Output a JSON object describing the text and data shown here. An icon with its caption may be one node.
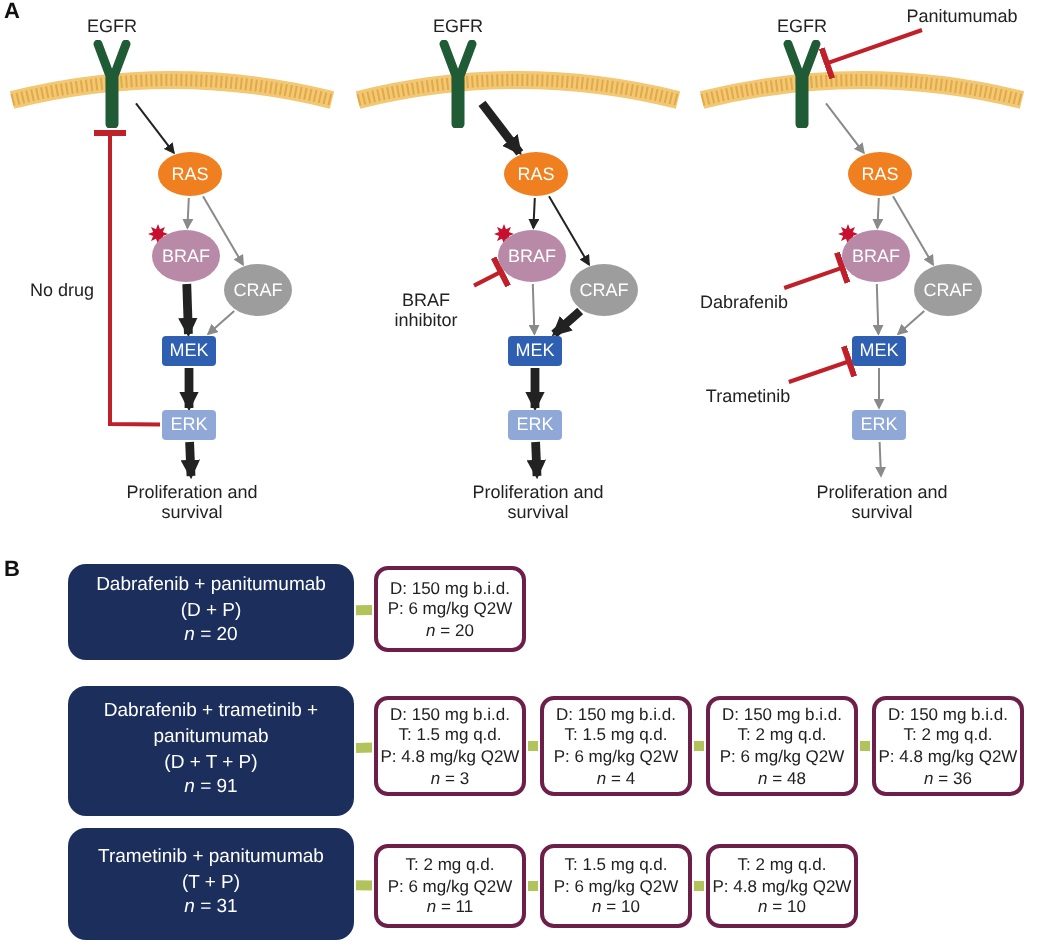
{
  "diagram": {
    "nodes": [
      {
        "text": [
          "EGFR"
        ]
      },
      {
        "text": [
          "RAS"
        ]
      },
      {
        "text": [
          "BRAF"
        ]
      },
      {
        "text": [
          "CRAF"
        ]
      },
      {
        "text": [
          "MEK"
        ]
      },
      {
        "text": [
          "ERK"
        ]
      },
      {
        "text": [
          "Proliferation and survival"
        ]
      },
      {
        "text": [
          "EGFR"
        ]
      },
      {
        "text": [
          "RAS"
        ]
      },
      {
        "text": [
          "BRAF inhibitor"
        ]
      },
      {
        "text": [
          "BRAF"
        ]
      },
      {
        "text": [
          "CRAF"
        ]
      },
      {
        "text": [
          "MEK"
        ]
      },
      {
        "text": [
          "ERK"
        ]
      },
      {
        "text": [
          "Proliferation and survival"
        ]
      },
      {
        "text": [
          "EGFR"
        ]
      },
      {
        "text": [
          "Panitumumab"
        ]
      },
      {
        "text": [
          "RAS"
        ]
      },
      {
        "text": [
          "Dabrafenib"
        ]
      },
      {
        "text": [
          "BRAF"
        ]
      },
      {
        "text": [
          "CRAF"
        ]
      },
      {
        "text": [
          "Trametinib"
        ]
      },
      {
        "text": [
          "MEK"
        ]
      },
      {
        "text": [
          "ERK"
        ]
      },
      {
        "text": [
          "Proliferation and survival"
        ]
      },
      {
        "text": [
          "Dabrafenib + panitumumab",
          "(D + P)",
          "*n* = 20"
        ]
      },
      {
        "text": [
          "D: 150 mg b.i.d.",
          "P: 6 mg/kg Q2W",
          "*n* = 20"
        ]
      },
      {
        "text": [
          "Dabrafenib + trametinib + panitumumab",
          "(D + T + P)",
          "*n* = 91"
        ]
      },
      {
        "text": [
          "D: 150 mg b.i.d.",
          "T: 1.5 mg q.d.",
          "P: 4.8 mg/kg Q2W",
          "*n* = 3"
        ]
      },
      {
        "text": [
          "D: 150 mg b.i.d.",
          "T: 1.5 mg q.d.",
          "P: 6 mg/kg Q2W",
          "*n* = 4"
        ]
      },
      {
        "text": [
          "D: 150 mg b.i.d.",
          "T: 2 mg q.d.",
          "P: 6 mg/kg Q2W",
          "*n* = 48"
        ]
      },
      {
        "text": [
          "D: 150 mg b.i.d.",
          "T: 2 mg q.d.",
          "P: 4.8 mg/kg Q2W",
          "*n* = 36"
        ]
      },
      {
        "text": [
          "Trametinib + panitumumab",
          "(T + P)",
          "*n* = 31"
        ]
      },
      {
        "text": [
          "T: 2 mg q.d.",
          "P: 6 mg/kg Q2W",
          "*n* = 11"
        ]
      },
      {
        "text": [
          "T: 1.5 mg q.d.",
          "P: 6 mg/kg Q2W",
          "*n* = 10"
        ]
      },
      {
        "text": [
          "T: 2 mg q.d.",
          "P: 4.8 mg/kg Q2W",
          "*n* = 10"
        ]
      }
    ],
    "edges": [
      {
        "from": 0,
        "to": 1,
        "arrow": "to",
        "color": "#222222"
      },
      {
        "from": 1,
        "to": 2,
        "arrow": "to"
      },
      {
        "from": 1,
        "to": 3,
        "arrow": "to"
      },
      {
        "from": 2,
        "to": 4,
        "arrow": "to",
        "style": "thick",
        "color": "#222222"
      },
      {
        "from": 3,
        "to": 4,
        "arrow": "to"
      },
      {
        "from": 4,
        "to": 5,
        "arrow": "to",
        "style": "thick",
        "color": "#222222"
      },
      {
        "from": 5,
        "to": 6,
        "arrow": "to",
        "style": "thick",
        "color": "#222222"
      },
      {
        "from": 5,
        "to": 0,
        "arrow": "other",
        "label": "No drug",
        "color": "#c0202a"
      },
      {
        "from": 7,
        "to": 8,
        "arrow": "to",
        "style": "thick",
        "color": "#222222"
      },
      {
        "from": 8,
        "to": 10,
        "arrow": "to",
        "color": "#222222"
      },
      {
        "from": 8,
        "to": 11,
        "arrow": "to",
        "color": "#222222"
      },
      {
        "from": 9,
        "to": 10,
        "arrow": "other",
        "color": "#c0202a"
      },
      {
        "from": 10,
        "to": 12,
        "arrow": "to"
      },
      {
        "from": 11,
        "to": 12,
        "arrow": "to",
        "style": "thick",
        "color": "#222222"
      },
      {
        "from": 12,
        "to": 13,
        "arrow": "to",
        "style": "thick",
        "color": "#222222"
      },
      {
        "from": 13,
        "to": 14,
        "arrow": "to",
        "style": "thick",
        "color": "#222222"
      },
      {
        "from": 16,
        "to": 15,
        "arrow": "other",
        "color": "#c0202a"
      },
      {
        "from": 15,
        "to": 17,
        "arrow": "to"
      },
      {
        "from": 17,
        "to": 19,
        "arrow": "to"
      },
      {
        "from": 17,
        "to": 20,
        "arrow": "to"
      },
      {
        "from": 18,
        "to": 19,
        "arrow": "other",
        "color": "#c0202a"
      },
      {
        "from": 19,
        "to": 22,
        "arrow": "to"
      },
      {
        "from": 20,
        "to": 22,
        "arrow": "to"
      },
      {
        "from": 21,
        "to": 22,
        "arrow": "other",
        "color": "#c0202a"
      },
      {
        "from": 22,
        "to": 23,
        "arrow": "to"
      },
      {
        "from": 23,
        "to": 24,
        "arrow": "to"
      },
      {
        "from": 25,
        "to": 26,
        "arrow": "none",
        "style": "thick",
        "color": "#b2c35c"
      },
      {
        "from": 27,
        "to": 28,
        "arrow": "none",
        "style": "thick",
        "color": "#b2c35c"
      },
      {
        "from": 28,
        "to": 29,
        "arrow": "none",
        "style": "thick",
        "color": "#b2c35c"
      },
      {
        "from": 29,
        "to": 30,
        "arrow": "none",
        "style": "thick",
        "color": "#b2c35c"
      },
      {
        "from": 30,
        "to": 31,
        "arrow": "none",
        "style": "thick",
        "color": "#b2c35c"
      },
      {
        "from": 32,
        "to": 33,
        "arrow": "none",
        "style": "thick",
        "color": "#b2c35c"
      },
      {
        "from": 33,
        "to": 34,
        "arrow": "none",
        "style": "thick",
        "color": "#b2c35c"
      },
      {
        "from": 34,
        "to": 35,
        "arrow": "none",
        "style": "thick",
        "color": "#b2c35c"
      }
    ],
    "labels": [
      "A",
      "B"
    ]
  }
}
